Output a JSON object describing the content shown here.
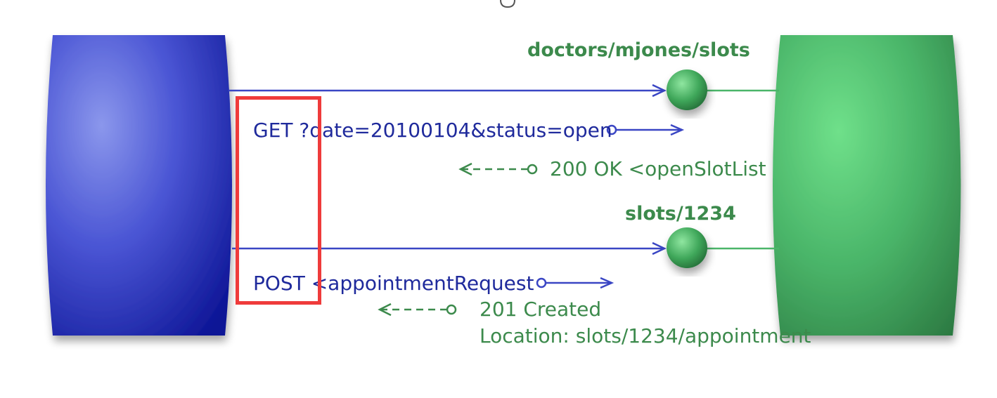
{
  "resources": [
    {
      "path": "doctors/mjones/slots"
    },
    {
      "path": "slots/1234"
    }
  ],
  "requests": [
    {
      "text": "GET ?date=20100104&status=open"
    },
    {
      "text": "POST <appointmentRequest"
    }
  ],
  "responses": [
    {
      "text": "200 OK <openSlotList"
    },
    {
      "line1": "201 Created",
      "line2": "Location: slots/1234/appointment"
    }
  ],
  "colors": {
    "client": "#2a33b8",
    "server": "#4ab569",
    "request_text": "#1f2a9c",
    "response_text": "#3c8a4c",
    "highlight": "#ef3b3b"
  }
}
